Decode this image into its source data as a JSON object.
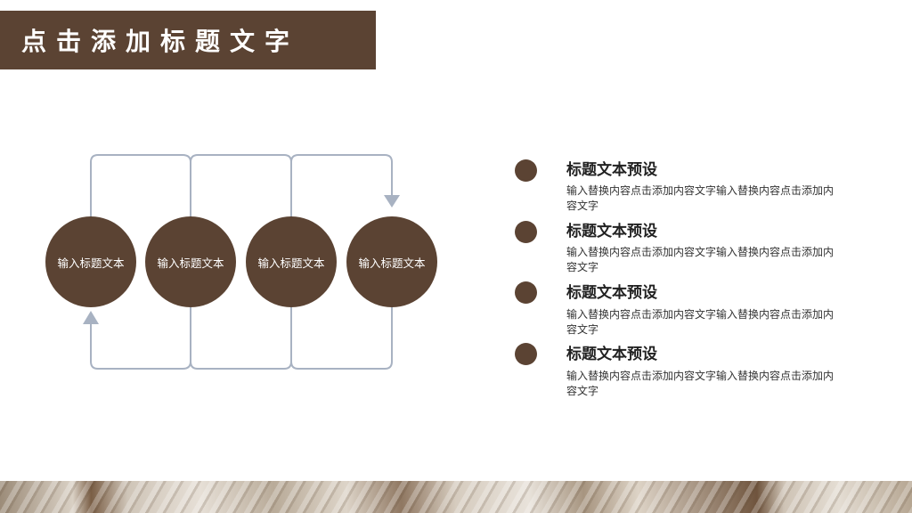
{
  "header": {
    "title": "点击添加标题文字"
  },
  "flow": {
    "nodes": [
      {
        "label": "输入标题文本"
      },
      {
        "label": "输入标题文本"
      },
      {
        "label": "输入标题文本"
      },
      {
        "label": "输入标题文本"
      }
    ]
  },
  "items": [
    {
      "title": "标题文本预设",
      "desc": "输入替换内容点击添加内容文字输入替换内容点击添加内容文字"
    },
    {
      "title": "标题文本预设",
      "desc": "输入替换内容点击添加内容文字输入替换内容点击添加内容文字"
    },
    {
      "title": "标题文本预设",
      "desc": "输入替换内容点击添加内容文字输入替换内容点击添加内容文字"
    },
    {
      "title": "标题文本预设",
      "desc": "输入替换内容点击添加内容文字输入替换内容点击添加内容文字"
    }
  ],
  "colors": {
    "accent": "#5b4333",
    "connector": "#a8b2c2"
  }
}
